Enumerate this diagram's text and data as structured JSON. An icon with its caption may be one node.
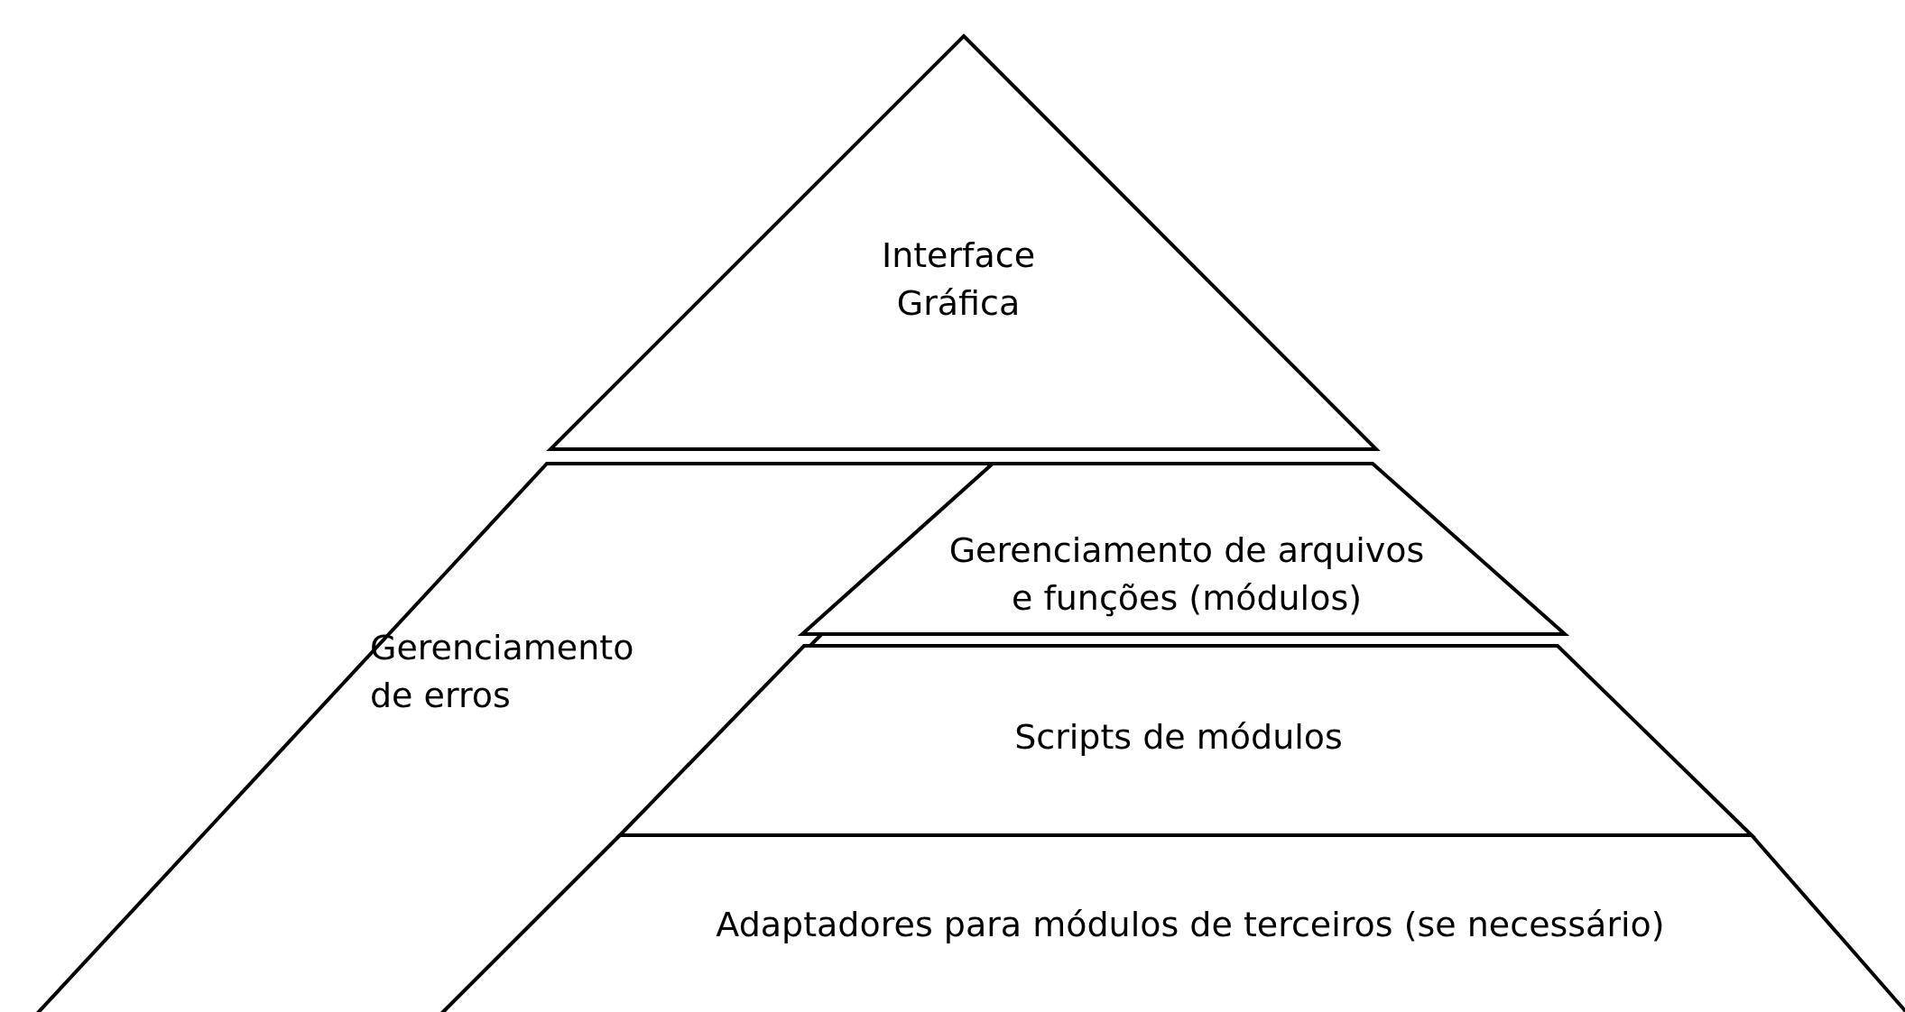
{
  "diagram": {
    "nodes": [
      {
        "text": [
          "Interface Gráfica"
        ]
      },
      {
        "text": [
          "Gerenciamento de erros"
        ]
      },
      {
        "text": [
          "Gerenciamento de arquivos e funções (módulos)"
        ]
      },
      {
        "text": [
          "Scripts de módulos"
        ]
      },
      {
        "text": [
          "Adaptadores para módulos de terceiros (se necessário)"
        ]
      }
    ]
  }
}
